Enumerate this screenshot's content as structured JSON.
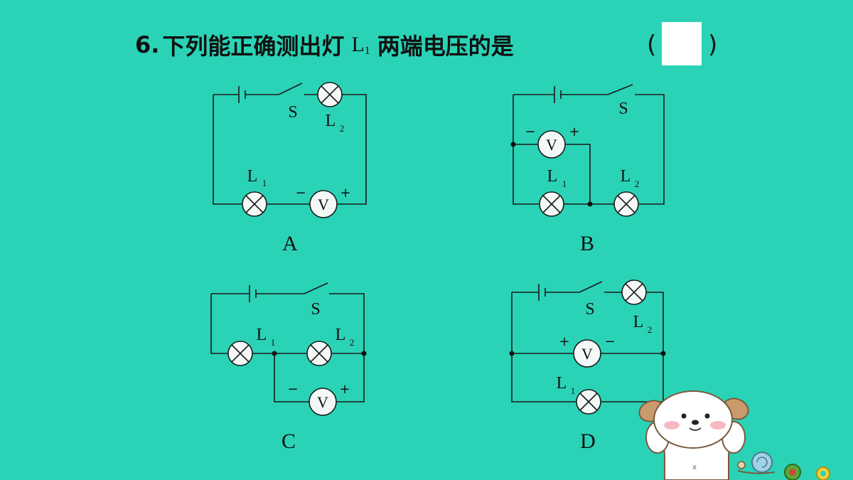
{
  "question": {
    "number": "6.",
    "text_before": "下列能正确测出灯",
    "symbol": "L",
    "symbol_sub": "1",
    "text_after": "两端电压的是",
    "paren_open": "(",
    "paren_close": ")"
  },
  "labels": {
    "switch": "S",
    "lamp": "L",
    "sub1": "1",
    "sub2": "2",
    "voltmeter": "V",
    "plus": "+",
    "minus": "−"
  },
  "options": [
    "A",
    "B",
    "C",
    "D"
  ]
}
